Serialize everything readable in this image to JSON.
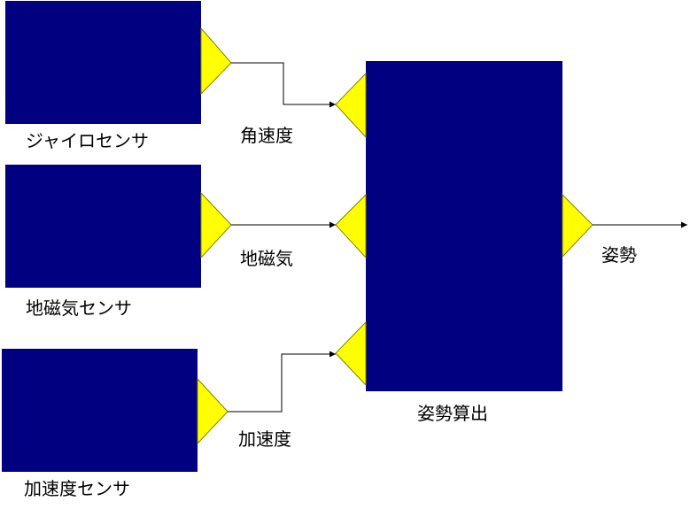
{
  "colors": {
    "block_fill": "#000080",
    "port_fill": "#FFFF00",
    "port_stroke": "#808000",
    "wire": "#000000"
  },
  "blocks": {
    "gyro": {
      "label": "ジャイロセンサ"
    },
    "mag": {
      "label": "地磁気センサ"
    },
    "accel": {
      "label": "加速度センサ"
    },
    "attitude": {
      "label": "姿勢算出"
    }
  },
  "signals": {
    "angular_velocity": "角速度",
    "geomagnetism": "地磁気",
    "acceleration": "加速度",
    "attitude": "姿勢"
  }
}
